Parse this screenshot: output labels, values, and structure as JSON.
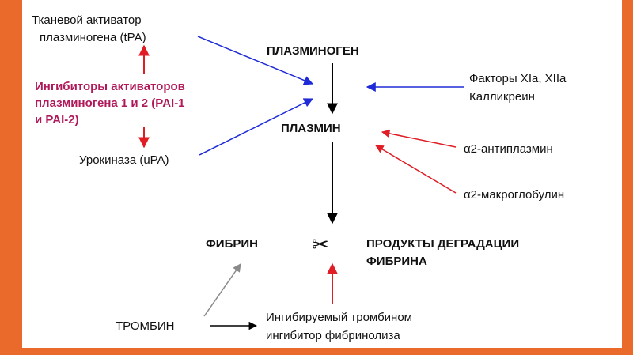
{
  "colors": {
    "frame": "#e96a2b",
    "blue": "#1f2bd6",
    "red": "#e01c24",
    "pink": "#b0195a",
    "gray": "#8a8a8a",
    "black": "#000000"
  },
  "nodes": {
    "tpa_line1": "Тканевой активатор",
    "tpa_line2": "плазминогена (tPA)",
    "pai_line1": "Ингибиторы активаторов",
    "pai_line2": "плазминогена 1 и 2 (PAI-1",
    "pai_line3": "и PAI-2)",
    "upa": "Урокиназа (uPA)",
    "plasminogen": "ПЛАЗМИНОГЕН",
    "plasmin": "ПЛАЗМИН",
    "factors_line1": "Факторы XIa, XIIa",
    "factors_line2": "Калликреин",
    "antiplasmin": "α2-антиплазмин",
    "macroglobulin": "α2-макроглобулин",
    "fibrin": "ФИБРИН",
    "scissors": "✂",
    "products_line1": "ПРОДУКТЫ ДЕГРАДАЦИИ",
    "products_line2": "ФИБРИНА",
    "thrombin": "ТРОМБИН",
    "tafi_line1": "Ингибируемый тромбином",
    "tafi_line2": "ингибитор фибринолиза"
  }
}
